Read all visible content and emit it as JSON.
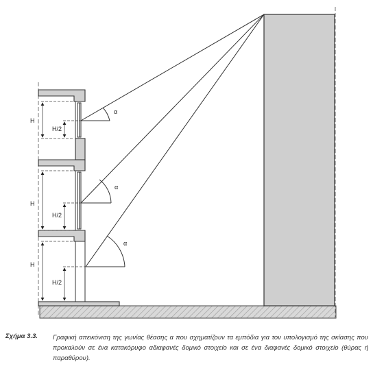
{
  "diagram": {
    "angle_symbol": "α",
    "height_label": "H",
    "half_height_label": "H/2",
    "colors": {
      "line": "#333333",
      "building_fill": "#cfcfcf",
      "ground_fill": "#d6d6d6"
    }
  },
  "caption": {
    "figure_number": "Σχήμα 3.3.",
    "text": "Γραφική απεικόνιση της γωνίας θέασης α που σχηματίζουν τα εμπόδια για τον υπολογισμό της σκίασης που προκαλούν σε ένα κατακόρυφο αδιαφανές δομικό στοιχείο και σε ένα διαφανές δομικό στοιχείο (θύρας ή παραθύρου)."
  }
}
